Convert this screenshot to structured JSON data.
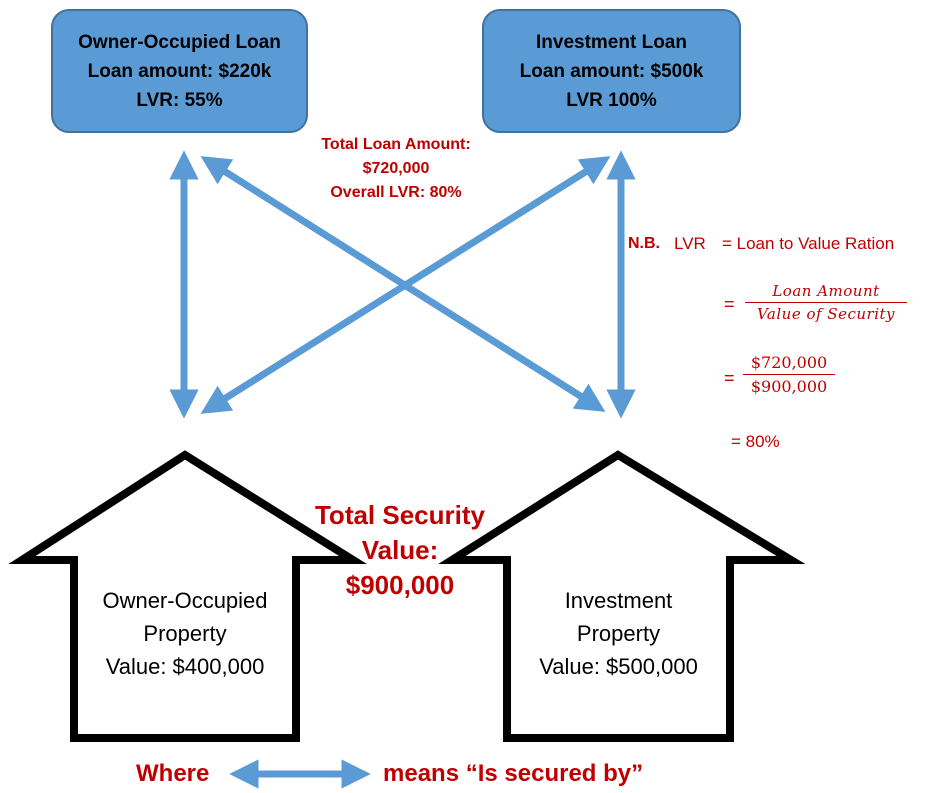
{
  "loans": {
    "owner": {
      "title": "Owner-Occupied Loan",
      "amount": "Loan amount: $220k",
      "lvr": "LVR: 55%"
    },
    "investment": {
      "title": "Investment Loan",
      "amount": "Loan amount: $500k",
      "lvr": "LVR 100%"
    }
  },
  "total_loan": {
    "line1": "Total Loan Amount:",
    "line2": "$720,000",
    "line3": "Overall LVR: 80%"
  },
  "note": {
    "nb": "N.B.",
    "lvr": "LVR",
    "def": "= Loan to Value Ration",
    "frac1_num": "Loan Amount",
    "frac1_den": "Value of Security",
    "frac2_num": "$720,000",
    "frac2_den": "$900,000",
    "eq": "=",
    "result": "= 80%"
  },
  "properties": {
    "owner": {
      "line1": "Owner-Occupied",
      "line2": "Property",
      "line3": "Value: $400,000"
    },
    "investment": {
      "line1": "Investment",
      "line2": "Property",
      "line3": "Value: $500,000"
    }
  },
  "total_security": {
    "line1": "Total Security",
    "line2": "Value:",
    "line3": "$900,000"
  },
  "legend": {
    "where": "Where",
    "means": "means “Is secured by”"
  },
  "colors": {
    "arrow": "#5b9bd5",
    "box_fill": "#5b9bd5",
    "box_border": "#41719c",
    "accent_red": "#c00000"
  }
}
